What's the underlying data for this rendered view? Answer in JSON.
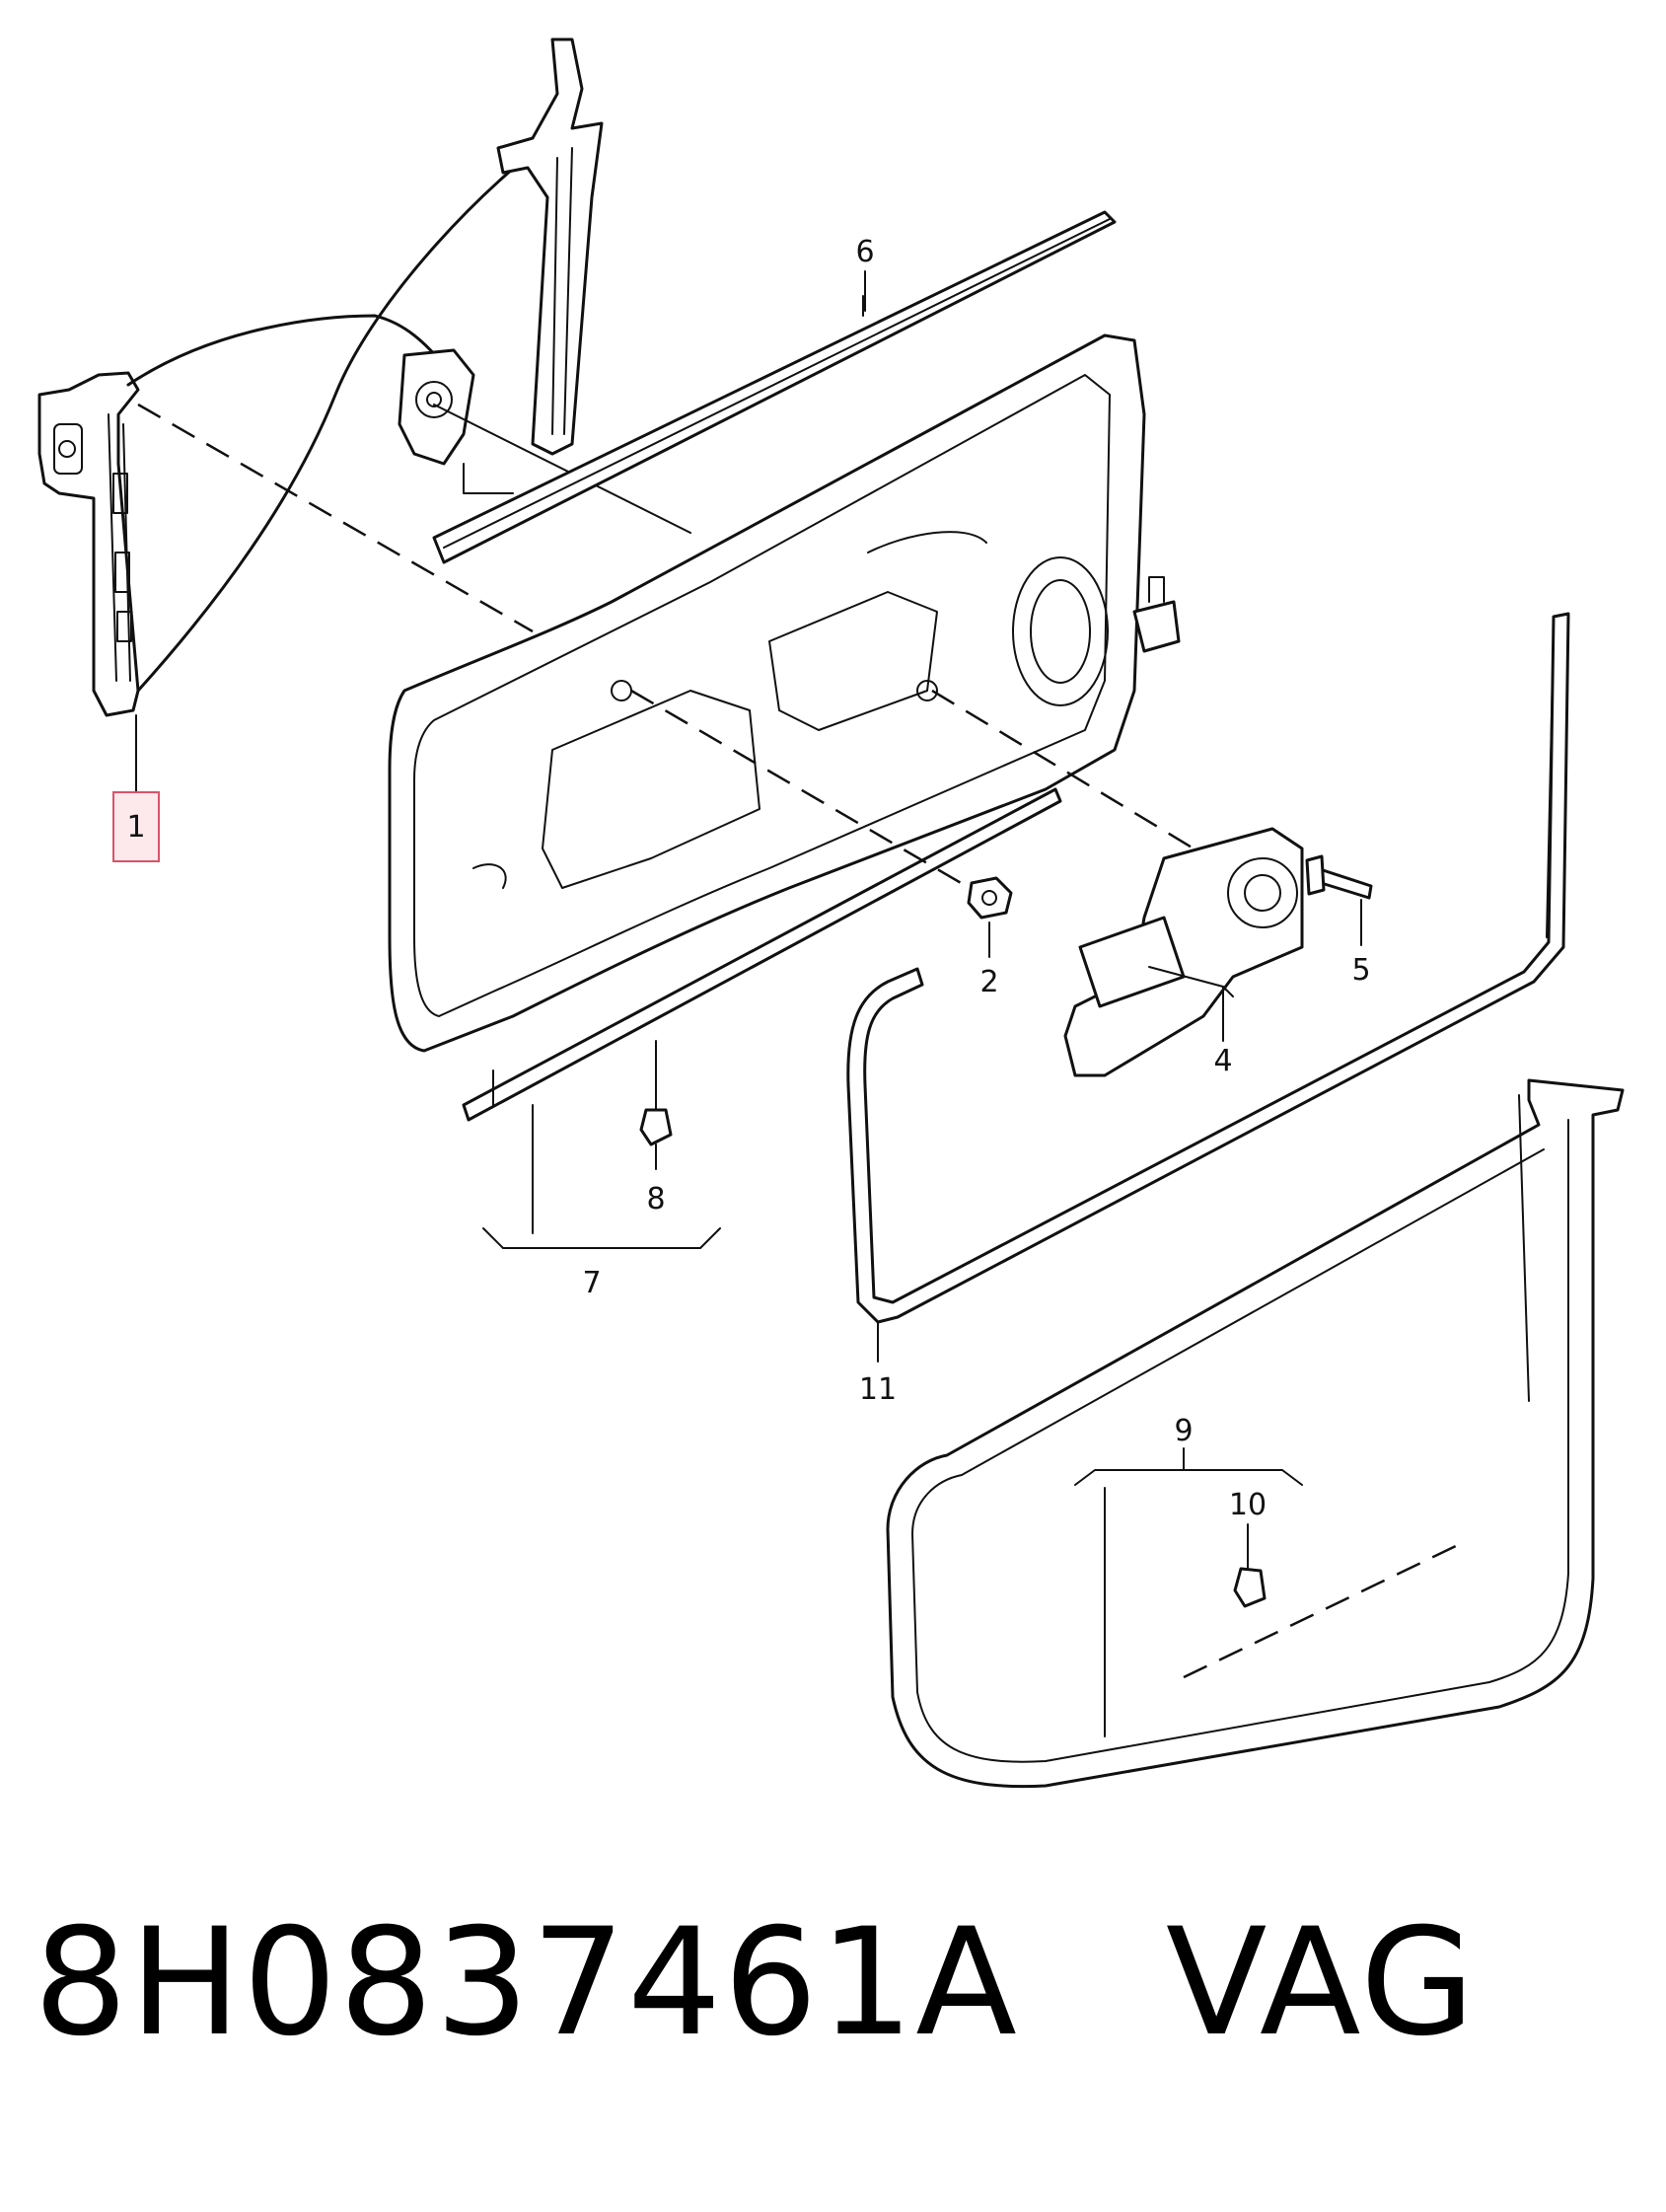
{
  "diagram": {
    "callouts": [
      {
        "id": "1",
        "highlighted": true
      },
      {
        "id": "2"
      },
      {
        "id": "4"
      },
      {
        "id": "5"
      },
      {
        "id": "6"
      },
      {
        "id": "7"
      },
      {
        "id": "8"
      },
      {
        "id": "9"
      },
      {
        "id": "10"
      },
      {
        "id": "11"
      }
    ],
    "highlight_color": "#d9536a"
  },
  "caption": {
    "part_number": "8H0837461A",
    "brand": "VAG",
    "text": "8H0837461A   VAG"
  }
}
